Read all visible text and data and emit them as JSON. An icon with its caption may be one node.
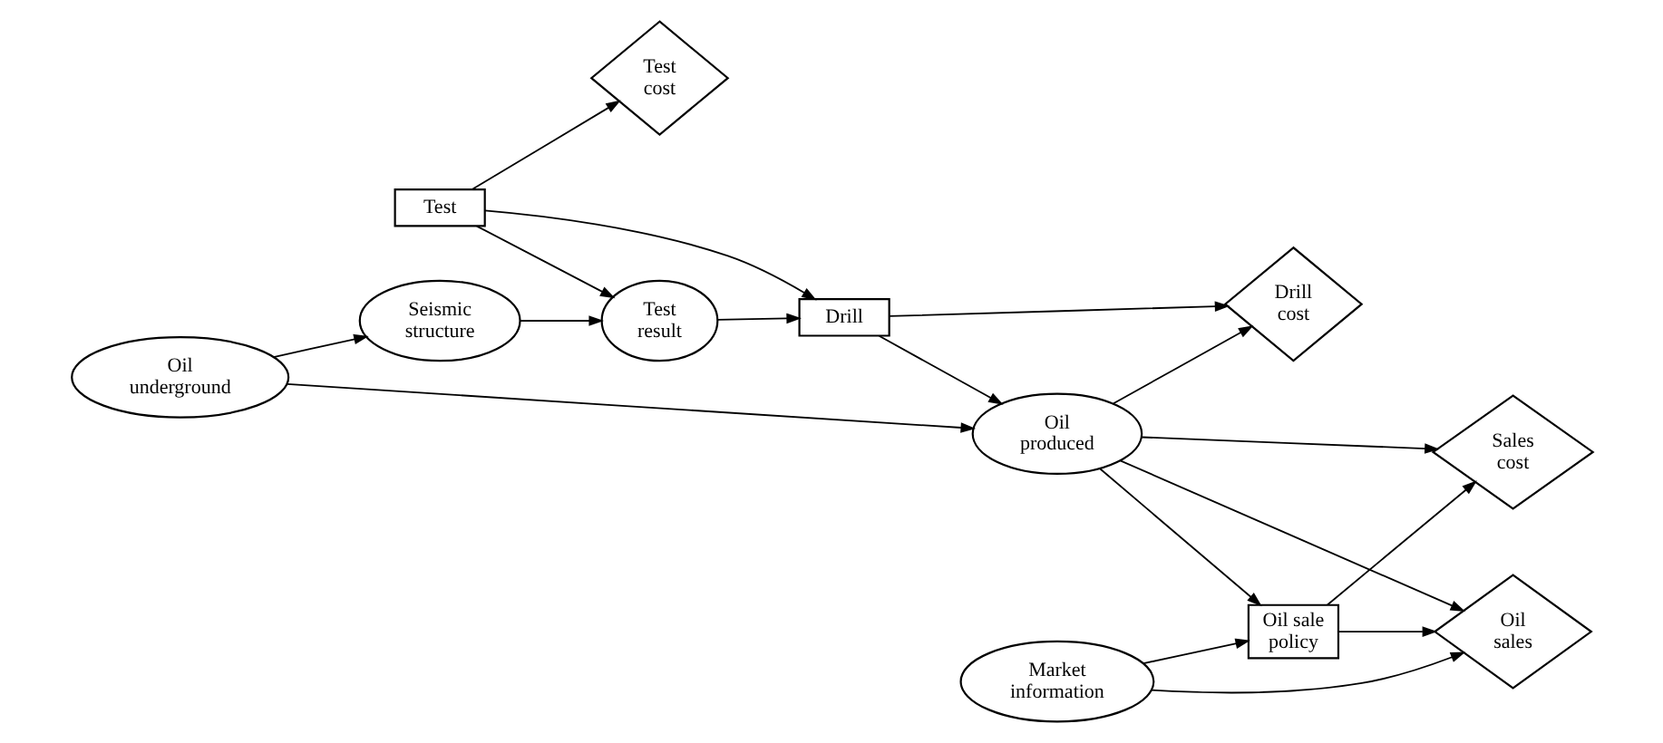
{
  "diagram": {
    "nodes": [
      {
        "text": [
          "Test"
        ]
      },
      {
        "text": [
          "Test cost"
        ]
      },
      {
        "text": [
          "Drill cost"
        ]
      },
      {
        "text": [
          "Oil sales"
        ]
      },
      {
        "text": [
          "Test result"
        ]
      },
      {
        "text": [
          "Drill"
        ]
      },
      {
        "text": [
          "Oil produced"
        ]
      },
      {
        "text": [
          "Oil sale policy"
        ]
      },
      {
        "text": [
          "Seismic structure"
        ]
      },
      {
        "text": [
          "Oil underground"
        ]
      },
      {
        "text": [
          "Sales cost"
        ]
      },
      {
        "text": [
          "Market information"
        ]
      }
    ],
    "edges": [
      {
        "from": 0,
        "to": 1,
        "arrow": "to"
      },
      {
        "from": 0,
        "to": 4,
        "arrow": "to"
      },
      {
        "from": 0,
        "to": 5,
        "arrow": "to"
      },
      {
        "from": 4,
        "to": 5,
        "arrow": "to"
      },
      {
        "from": 5,
        "to": 2,
        "arrow": "to"
      },
      {
        "from": 5,
        "to": 6,
        "arrow": "to"
      },
      {
        "from": 6,
        "to": 2,
        "arrow": "to"
      },
      {
        "from": 6,
        "to": 3,
        "arrow": "to"
      },
      {
        "from": 6,
        "to": 7,
        "arrow": "to"
      },
      {
        "from": 6,
        "to": 10,
        "arrow": "to"
      },
      {
        "from": 7,
        "to": 3,
        "arrow": "to"
      },
      {
        "from": 7,
        "to": 10,
        "arrow": "to"
      },
      {
        "from": 8,
        "to": 4,
        "arrow": "to"
      },
      {
        "from": 9,
        "to": 8,
        "arrow": "to"
      },
      {
        "from": 9,
        "to": 6,
        "arrow": "to"
      },
      {
        "from": 11,
        "to": 7,
        "arrow": "to"
      },
      {
        "from": 11,
        "to": 3,
        "arrow": "to"
      }
    ]
  }
}
